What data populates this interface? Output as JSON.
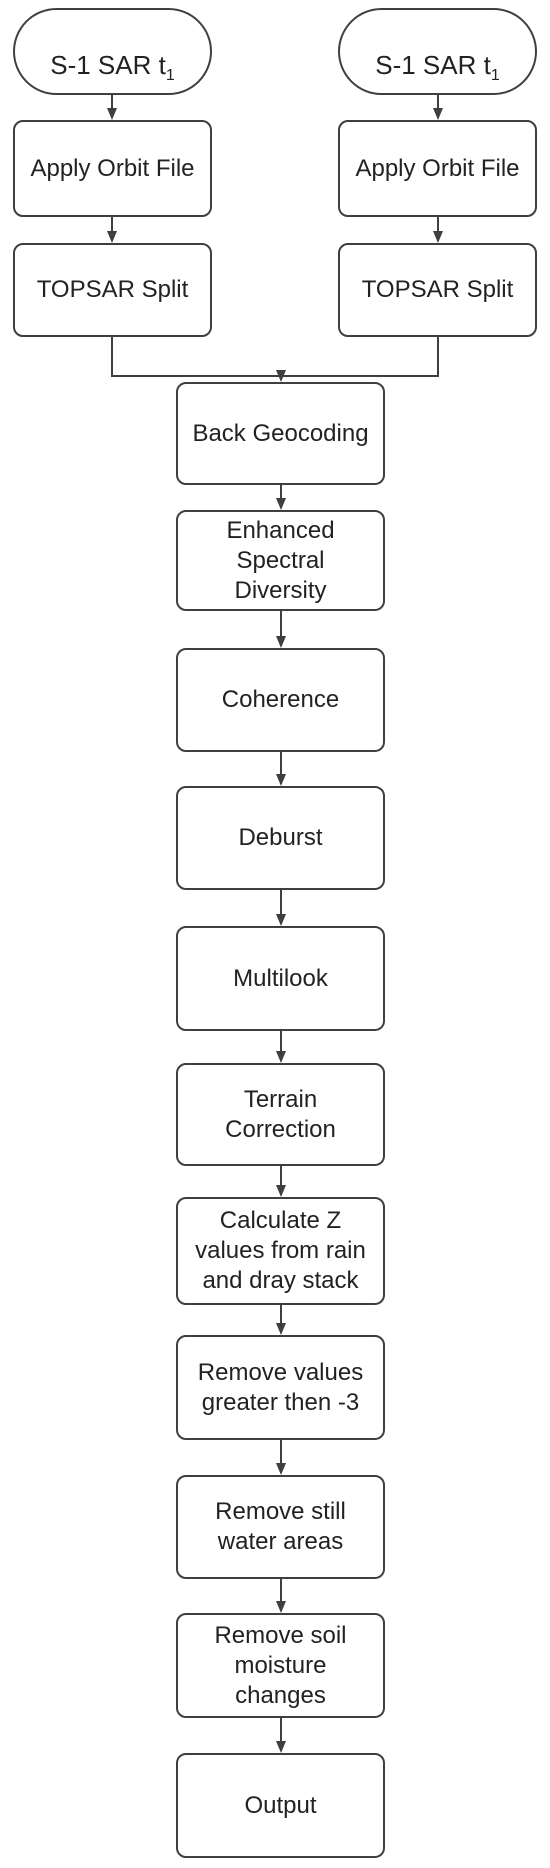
{
  "colors": {
    "stroke": "#3f3f3f",
    "text": "#222222",
    "background": "#ffffff"
  },
  "nodes": {
    "input_left": {
      "label": "S-1 SAR t",
      "subscript": "1"
    },
    "input_right": {
      "label": "S-1 SAR t",
      "subscript": "1"
    },
    "orbit_left": {
      "label": "Apply Orbit File"
    },
    "orbit_right": {
      "label": "Apply Orbit File"
    },
    "split_left": {
      "label": "TOPSAR Split"
    },
    "split_right": {
      "label": "TOPSAR Split"
    },
    "back_geocoding": {
      "label": "Back Geocoding"
    },
    "esd": {
      "label": "Enhanced\nSpectral\nDiversity"
    },
    "coherence": {
      "label": "Coherence"
    },
    "deburst": {
      "label": "Deburst"
    },
    "multilook": {
      "label": "Multilook"
    },
    "terrain_correction": {
      "label": "Terrain\nCorrection"
    },
    "calculate_z": {
      "label": "Calculate Z\nvalues from rain\nand dray stack"
    },
    "remove_values": {
      "label": "Remove values\ngreater then -3"
    },
    "remove_water": {
      "label": "Remove still\nwater areas"
    },
    "remove_soil": {
      "label": "Remove soil\nmoisture\nchanges"
    },
    "output": {
      "label": "Output"
    }
  }
}
